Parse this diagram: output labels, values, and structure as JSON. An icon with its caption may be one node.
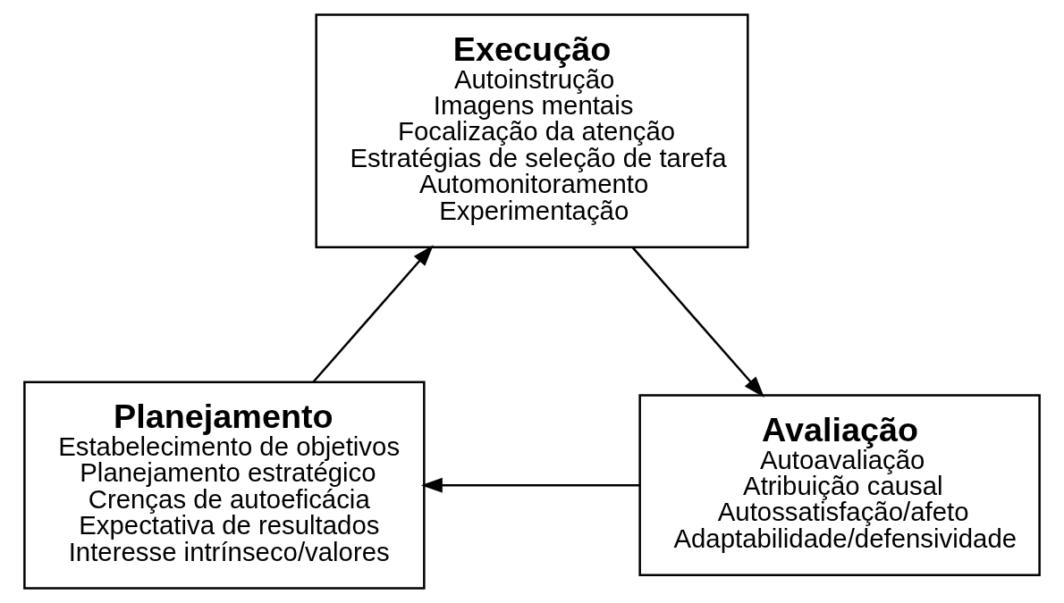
{
  "diagram": {
    "nodes": [
      {
        "text": [
          "Execução",
          "Autoinstrução",
          "Imagens mentais",
          "Focalização da atenção",
          "Estratégias de seleção de tarefa",
          "Automonitoramento",
          "Experimentação"
        ]
      },
      {
        "text": [
          "Avaliação",
          "Autoavaliação",
          "Atribuição causal",
          "Autossatisfação/afeto",
          "Adaptabilidade/defensividade"
        ]
      },
      {
        "text": [
          "Planejamento",
          "Estabelecimento de objetivos",
          "Planejamento estratégico",
          "Crenças de autoeficácia",
          "Expectativa de resultados",
          "Interesse intrínseco/valores"
        ]
      }
    ],
    "edges": [
      {
        "from": 0,
        "to": 1,
        "arrow": "to"
      },
      {
        "from": 1,
        "to": 2,
        "arrow": "to"
      },
      {
        "from": 2,
        "to": 0,
        "arrow": "to"
      }
    ]
  }
}
